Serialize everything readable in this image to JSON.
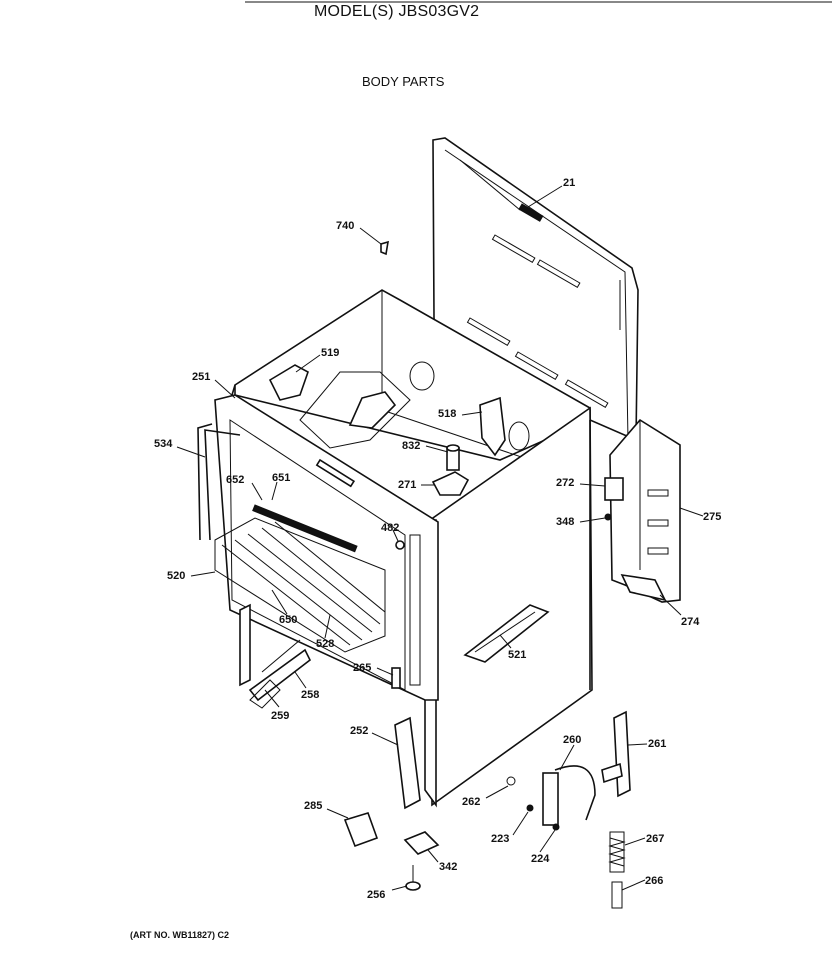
{
  "header": {
    "model": "MODEL(S) JBS03GV2",
    "section_title": "BODY PARTS"
  },
  "footer": {
    "art_number": "(ART NO. WB11827) C2"
  },
  "part_callouts": [
    {
      "id": "21",
      "label": "21"
    },
    {
      "id": "740",
      "label": "740"
    },
    {
      "id": "519",
      "label": "519"
    },
    {
      "id": "251-top",
      "label": "251"
    },
    {
      "id": "534",
      "label": "534"
    },
    {
      "id": "518",
      "label": "518"
    },
    {
      "id": "832",
      "label": "832"
    },
    {
      "id": "271",
      "label": "271"
    },
    {
      "id": "272",
      "label": "272"
    },
    {
      "id": "275",
      "label": "275"
    },
    {
      "id": "348",
      "label": "348"
    },
    {
      "id": "652",
      "label": "652"
    },
    {
      "id": "651",
      "label": "651"
    },
    {
      "id": "482",
      "label": "482"
    },
    {
      "id": "520",
      "label": "520"
    },
    {
      "id": "650",
      "label": "650"
    },
    {
      "id": "528",
      "label": "528"
    },
    {
      "id": "274",
      "label": "274"
    },
    {
      "id": "521",
      "label": "521"
    },
    {
      "id": "265-upper",
      "label": "265"
    },
    {
      "id": "258",
      "label": "258"
    },
    {
      "id": "259",
      "label": "259"
    },
    {
      "id": "252",
      "label": "252"
    },
    {
      "id": "260",
      "label": "260"
    },
    {
      "id": "261",
      "label": "261"
    },
    {
      "id": "262",
      "label": "262"
    },
    {
      "id": "285",
      "label": "285"
    },
    {
      "id": "223",
      "label": "223"
    },
    {
      "id": "224",
      "label": "224"
    },
    {
      "id": "267",
      "label": "267"
    },
    {
      "id": "342",
      "label": "342"
    },
    {
      "id": "266",
      "label": "266"
    },
    {
      "id": "256",
      "label": "256"
    }
  ]
}
